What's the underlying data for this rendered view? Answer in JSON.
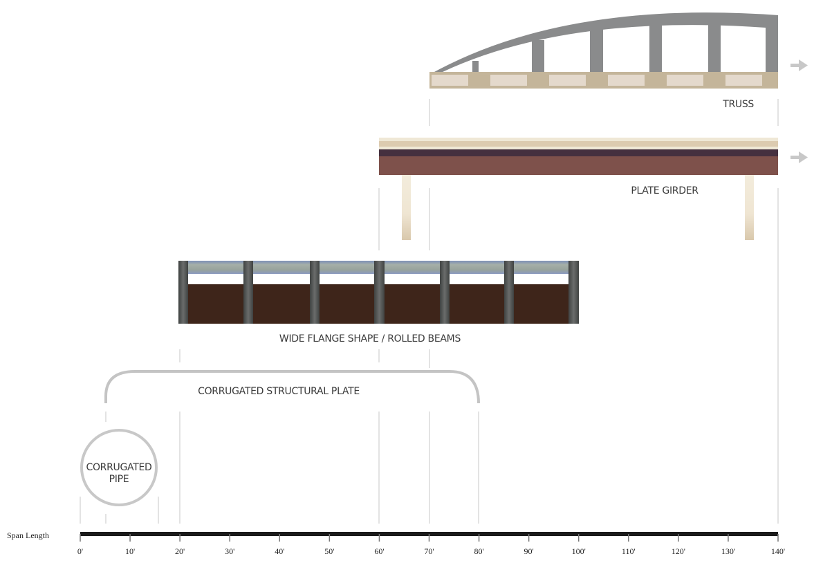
{
  "axis": {
    "label": "Span Length",
    "ticks": [
      "0'",
      "10'",
      "20'",
      "30'",
      "40'",
      "50'",
      "60'",
      "70'",
      "80'",
      "90'",
      "100'",
      "110'",
      "120'",
      "130'",
      "140'"
    ],
    "min_ft": 0,
    "max_ft": 140
  },
  "bridge_types": [
    {
      "name": "TRUSS",
      "min_ft": 70,
      "max_ft": 140,
      "extends": true
    },
    {
      "name": "PLATE GIRDER",
      "min_ft": 60,
      "max_ft": 140,
      "extends": true
    },
    {
      "name": "WIDE FLANGE SHAPE / ROLLED BEAMS",
      "min_ft": 20,
      "max_ft": 100
    },
    {
      "name": "CORRUGATED STRUCTURAL PLATE",
      "min_ft": 5,
      "max_ft": 80
    },
    {
      "name_line1": "CORRUGATED",
      "name_line2": "PIPE",
      "min_ft": 0,
      "max_ft": 15
    }
  ],
  "colors": {
    "truss_arch": "#8a8b8c",
    "truss_deck": "#c4b59a",
    "girder": "#7e514b",
    "beam": "#3e251a",
    "column": "#4e504f"
  }
}
